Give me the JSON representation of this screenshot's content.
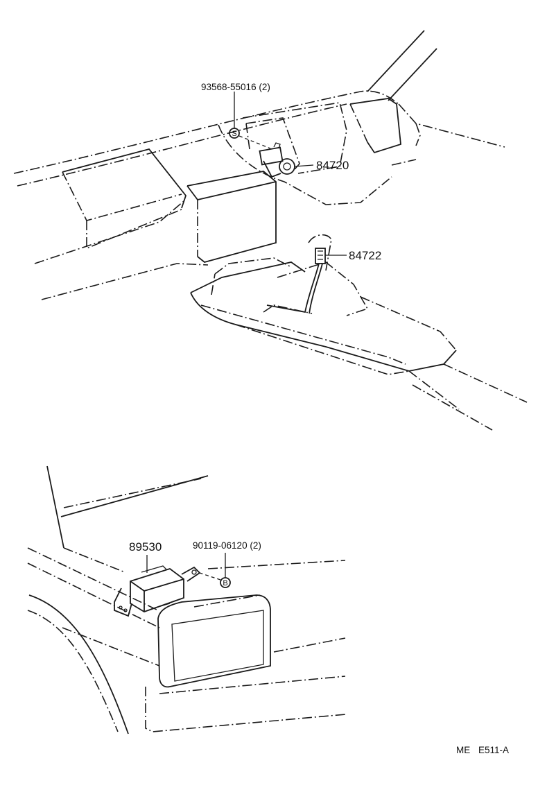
{
  "parts": {
    "switch_id": "84720",
    "screw_id": "93568-55016 (2)",
    "screw_marker": "S",
    "harness_id": "84722",
    "control_unit_id": "89530",
    "bolt_id": "90119-06120 (2)",
    "bolt_marker": "B"
  },
  "footer": {
    "code_left": "ME",
    "code_right": "E511-A"
  },
  "colors": {
    "line": "#1a1a1a",
    "background": "#ffffff"
  }
}
